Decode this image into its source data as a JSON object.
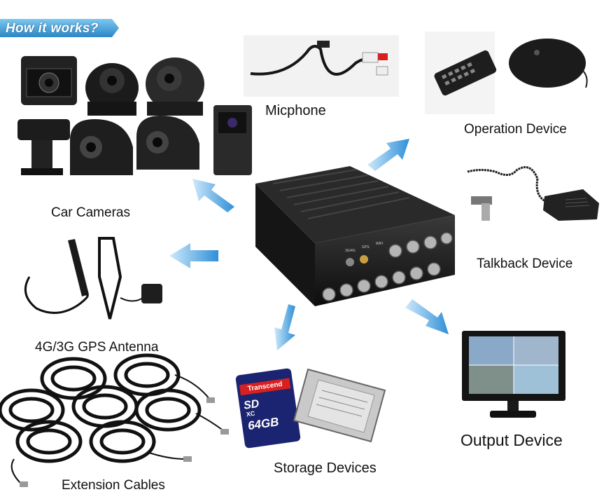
{
  "banner": {
    "title": "How it works?"
  },
  "devices": {
    "center": {
      "port_labels": [
        "3G/4G",
        "GPS",
        "WIFI"
      ]
    },
    "cameras": {
      "label": "Car Cameras"
    },
    "microphone": {
      "label": "Micphone"
    },
    "operation": {
      "label": "Operation Device"
    },
    "talkback": {
      "label": "Talkback Device"
    },
    "antenna": {
      "label": "4G/3G GPS Antenna"
    },
    "output": {
      "label": "Output Device"
    },
    "storage": {
      "label": "Storage Devices",
      "sd_brand": "Transcend",
      "sd_type": "SD",
      "sd_class": "XC",
      "sd_capacity": "64GB"
    },
    "cables": {
      "label": "Extension Cables"
    }
  },
  "colors": {
    "banner": "#3a9ad6",
    "arrow": "#2f8fd8",
    "device": "#1e1e1e"
  }
}
